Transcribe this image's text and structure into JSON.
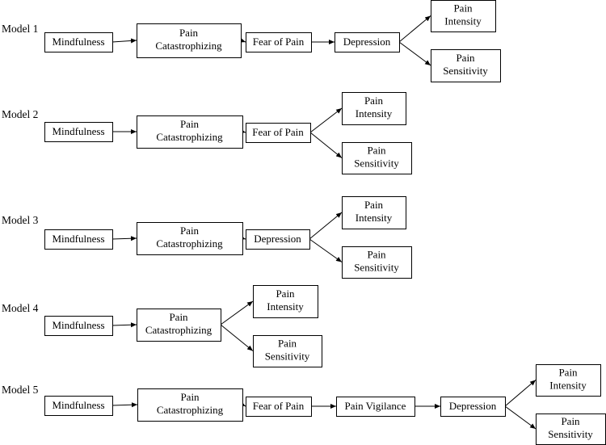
{
  "models": [
    {
      "label": "Model 1",
      "nodes": {
        "mindfulness": "Mindfulness",
        "catastrophizing": [
          "Pain",
          "Catastrophizing"
        ],
        "fear": "Fear of Pain",
        "depression": "Depression",
        "intensity": [
          "Pain",
          "Intensity"
        ],
        "sensitivity": [
          "Pain",
          "Sensitivity"
        ]
      }
    },
    {
      "label": "Model 2",
      "nodes": {
        "mindfulness": "Mindfulness",
        "catastrophizing": [
          "Pain",
          "Catastrophizing"
        ],
        "fear": "Fear of Pain",
        "intensity": [
          "Pain",
          "Intensity"
        ],
        "sensitivity": [
          "Pain",
          "Sensitivity"
        ]
      }
    },
    {
      "label": "Model 3",
      "nodes": {
        "mindfulness": "Mindfulness",
        "catastrophizing": [
          "Pain",
          "Catastrophizing"
        ],
        "depression": "Depression",
        "intensity": [
          "Pain",
          "Intensity"
        ],
        "sensitivity": [
          "Pain",
          "Sensitivity"
        ]
      }
    },
    {
      "label": "Model 4",
      "nodes": {
        "mindfulness": "Mindfulness",
        "catastrophizing": [
          "Pain",
          "Catastrophizing"
        ],
        "intensity": [
          "Pain",
          "Intensity"
        ],
        "sensitivity": [
          "Pain",
          "Sensitivity"
        ]
      }
    },
    {
      "label": "Model 5",
      "nodes": {
        "mindfulness": "Mindfulness",
        "catastrophizing": [
          "Pain",
          "Catastrophizing"
        ],
        "fear": "Fear of Pain",
        "vigilance": "Pain Vigilance",
        "depression": "Depression",
        "intensity": [
          "Pain",
          "Intensity"
        ],
        "sensitivity": [
          "Pain",
          "Sensitivity"
        ]
      }
    }
  ]
}
